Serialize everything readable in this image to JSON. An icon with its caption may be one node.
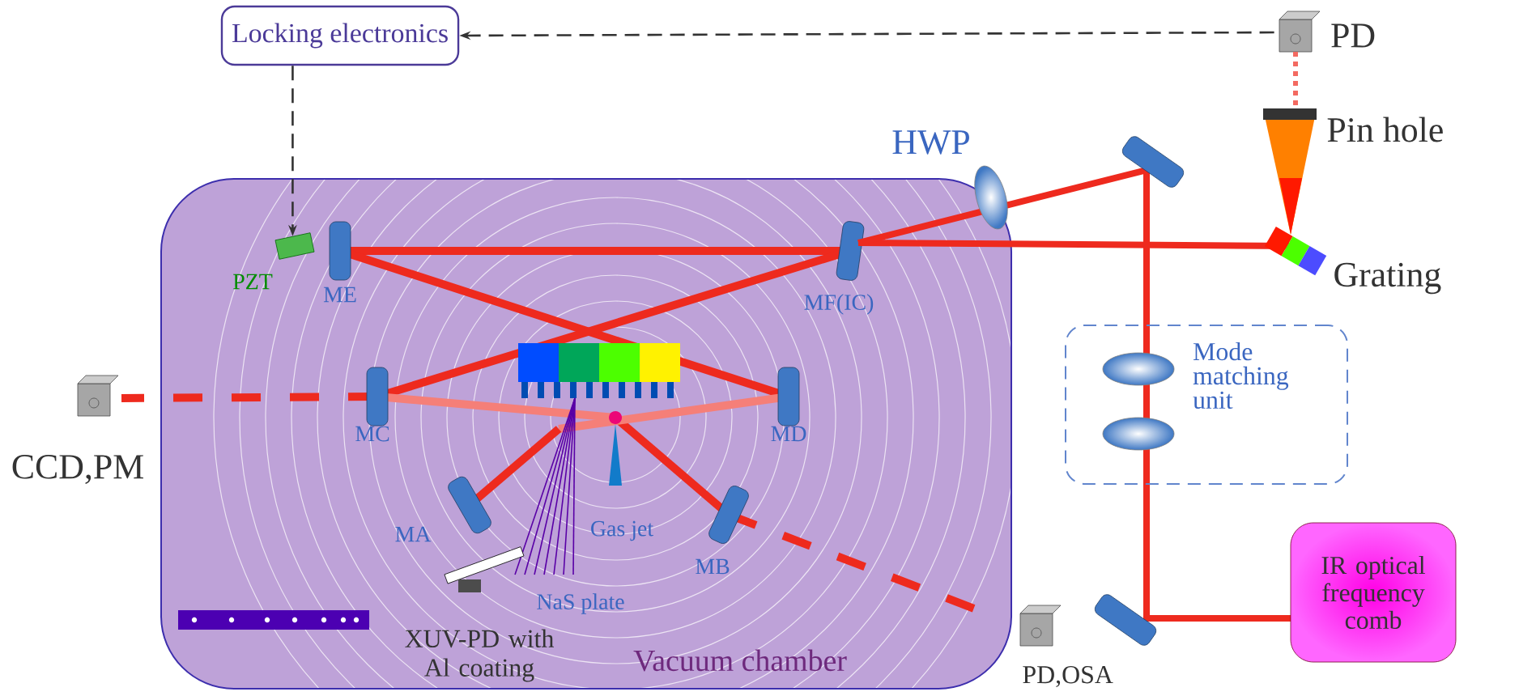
{
  "diagram": {
    "nodes": [
      {
        "text": [
          "Locking electronics"
        ]
      },
      {
        "text": [],
        "shape": "picture",
        "beside": [
          "PD"
        ]
      },
      {
        "text": [
          "Vacuum chamber"
        ]
      },
      {
        "text": [],
        "shape": "box",
        "beside": [
          "PZT"
        ],
        "in": 2
      },
      {
        "text": [
          "Mode matching unit"
        ]
      },
      {
        "text": [
          "IR optical frequency comb"
        ]
      }
    ],
    "edges": [
      {
        "from": 1,
        "to": 0,
        "arrow": "to",
        "style": "dashed"
      },
      {
        "from": 0,
        "to": 3,
        "arrow": "to",
        "style": "dashed"
      }
    ],
    "labels": [
      "HWP",
      "Pin hole",
      "ME",
      "MF(IC)",
      "Grating",
      "MC",
      "MD",
      "CCD,PM",
      "Gas jet",
      "MA",
      "MB",
      "NaS plate",
      "XUV-PD with Al coating",
      "PD,OSA"
    ]
  }
}
